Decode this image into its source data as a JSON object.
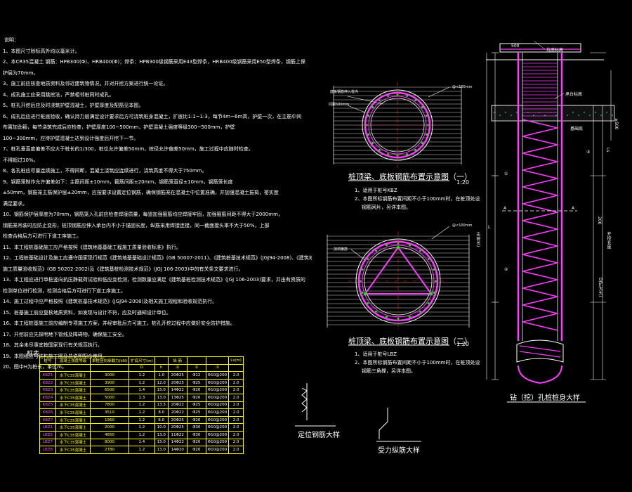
{
  "notes": {
    "heading": "说明：",
    "lines": [
      {
        "text": "1、本图尺寸除标高外均以毫米计。",
        "indent": false
      },
      {
        "text": "2、本CR35混凝土 钢筋：HPB300(Φ)、HRB400(Φ)；焊条：HPB300级钢筋采用E43型焊条，HRB400级钢筋采用E50型焊条，钢筋上保",
        "indent": false
      },
      {
        "text": "护层为70mm。",
        "indent": false
      },
      {
        "text": "3、施工前应核查地质资料及邻近建筑物情况，并对开挖方案进行统一论证。",
        "indent": false
      },
      {
        "text": "4、成孔施工应采用跳挖法，严禁相邻桩同时成孔。",
        "indent": false
      },
      {
        "text": "5、桩孔开挖后应及时浇筑护壁混凝土，护壁厚度及配筋见本图。",
        "indent": false
      },
      {
        "text": "6、成孔后应进行桩底验收，确认持力层满足设计要求后方可浇筑桩身混凝土，扩底比1:1~1:3，每节4m~6m高，护壁一次，在主筋中间",
        "indent": false
      },
      {
        "text": "布置加劲箍，每节浇筑完成后应检查，护壁厚度100~500mm，护壁混凝土强度等级300~500mm，护壁",
        "indent": false
      },
      {
        "text": "100~300mm，应待护壁混凝土达到设计强度后开挖下一节。",
        "indent": false
      },
      {
        "text": "7、桩孔垂直度偏差不应大于桩长的1/300，桩位允许偏差50mm，桩径允许偏差50mm，施工过程中应随时检查。",
        "indent": false
      },
      {
        "text": "不得超过10%。",
        "indent": false
      },
      {
        "text": "8、各孔桩应尽量连续施工，不得间断，混凝土浇筑应连续进行，浇筑高度不得大于750mm。",
        "indent": false
      },
      {
        "text": "9、钢筋笼制作允许偏差如下：主筋间距±10mm，箍筋间距±20mm，钢筋笼直径±10mm，钢筋笼长度",
        "indent": false
      },
      {
        "text": "±50mm，钢筋笼主筋保护层±20mm，应按要求设置定位钢筋，确保钢筋笼在混凝土中位置准确，并加强混凝土振捣，密实度",
        "indent": false
      },
      {
        "text": "满足要求。",
        "indent": false
      },
      {
        "text": "10、钢筋保护层厚度为70mm，钢筋笼入孔前应检查焊接质量，每道加强箍筋均应焊接牢固，加强箍筋间距不得大于2000mm，",
        "indent": false
      },
      {
        "text": "钢筋笼吊装时应防止变形，桩顶钢筋应伸入承台内不小于锚固长度，纵筋采用焊接连接，同一截面接头率不大于50%，上部",
        "indent": false
      },
      {
        "text": "检查合格后方可进行下道工序施工。",
        "indent": false
      },
      {
        "text": "11、本工程桩基础施工应严格按照《建筑地基基础工程施工质量验收标准》执行。",
        "indent": false
      },
      {
        "text": "12、工程桩基础设计及施工应遵守国家现行规范《建筑地基基础设计规范》(GB 50007-2011)、《建筑桩基技术规范》(JGJ94-2008)、《建筑地基基础工程",
        "indent": false
      },
      {
        "text": "施工质量验收规范》(GB 50202-2002)及《建筑基桩检测技术规范》(JGJ 106-2003)中的有关条文要求进行。",
        "indent": false
      },
      {
        "text": "13、本工程应进行单桩竖向抗压静载荷试验和低应变检测，检测数量应满足《建筑基桩检测技术规范》(JGJ 106-2003)要求，并由有资质的",
        "indent": false
      },
      {
        "text": "检测单位进行检测，检测合格后方可进行下道工序施工。",
        "indent": false
      },
      {
        "text": "14、施工过程中应严格按照《建筑桩基技术规范》(JGJ94-2008)及相关施工规程和验收规范执行。",
        "indent": false
      },
      {
        "text": "15、桩基施工前应复核地质资料，如发现与设计不符，应及时通知设计单位。",
        "indent": false
      },
      {
        "text": "16、本工程桩基施工前应编制专项施工方案，并经审批后方可施工，桩孔开挖过程中应做好安全防护措施。",
        "indent": false
      },
      {
        "text": "17、开挖前应先探明地下管线及障碍物，确保施工安全。",
        "indent": false
      },
      {
        "text": "18、其余未尽事宜按国家现行有关规范执行。",
        "indent": false
      },
      {
        "text": "19、本图纸应与结构施工图及总说明配合使用。",
        "indent": false
      },
      {
        "text": "20、图中H为桩长，单位m。",
        "indent": false
      }
    ]
  },
  "table": {
    "title": "桩表",
    "header1": [
      "桩号",
      "混凝土强度等级",
      "单桩竖向承载力(kN)",
      "扩底尺寸(m)",
      "",
      "纵 筋",
      "",
      "",
      "Ls(m)"
    ],
    "header2": [
      "",
      "",
      "",
      "D",
      "h",
      "①",
      "②",
      "③",
      ""
    ],
    "rows": [
      [
        "KBZ1",
        "水下C35混凝土",
        "3000",
        "1.2",
        "1.0",
        "20Φ25",
        "Φ12",
        "Φ10@200",
        "2.0"
      ],
      [
        "KBZ2",
        "水下C35混凝土",
        "3900",
        "1.2",
        "12.0",
        "20Φ25",
        "Φ25",
        "Φ10@200",
        "2.0"
      ],
      [
        "KBZ3",
        "水下C35混凝土",
        "6500",
        "1.4",
        "15.0",
        "14Φ22",
        "Φ20",
        "Φ10@200",
        "2.0"
      ],
      [
        "KBZ4",
        "水下C35混凝土",
        "5000",
        "1.3",
        "13.0",
        "13Φ25",
        "Φ20",
        "Φ10@200",
        "2.0"
      ],
      [
        "KBZ5",
        "水下C35混凝土",
        "7800",
        "1.2",
        "13.5",
        "20Φ22",
        "Φ25",
        "Φ10@200",
        "2.0"
      ],
      [
        "KBZ6",
        "水下C35混凝土",
        "3510",
        "1.2",
        "8.0",
        "20Φ22",
        "Φ25",
        "Φ10@200",
        "2.0"
      ],
      [
        "KBZ7",
        "水下C35混凝土",
        "1960",
        "1.2",
        "6.0",
        "20Φ25",
        "Φ20",
        "Φ10@200",
        "2.0"
      ],
      [
        "LBZ1",
        "水下C35混凝土",
        "2000",
        "1.2",
        "10.0",
        "20Φ25",
        "Φ30",
        "Φ10@200",
        "2.0"
      ],
      [
        "LBZ2",
        "水下C35混凝土",
        "4850",
        "1.2",
        "13.0",
        "11Φ22",
        "Φ30",
        "Φ10@200",
        "2.0"
      ],
      [
        "LBZ7",
        "水下C35混凝土",
        "8000",
        "1.4",
        "15.0",
        "14Φ22",
        "Φ20",
        "Φ10@200",
        "2.0"
      ],
      [
        "LBZ8",
        "水下C35混凝土",
        "2780",
        "1.2",
        "13.0",
        "14Φ20",
        "Φ20",
        "Φ10@200",
        "2.0"
      ]
    ]
  },
  "section1": {
    "title": "桩顶梁、底板钢筋布置示意图（一）",
    "scale": "1:20",
    "note1": "1、适用于桩号KBZ",
    "note2a": "2、本图所标钢筋布置间距不小于100mm时，在桩顶处设",
    "note2b": "钢筋网片，另详本图。",
    "label_top_left": "底板钢筋伸入桩内",
    "label_left": "间距500mm",
    "label_right": "@<100mm"
  },
  "section2": {
    "title": "桩顶梁、底板钢筋布置示意图（二）",
    "scale": "1:20",
    "note1": "1、适用于桩号LBZ",
    "note2a": "2、本图所标钢筋布置间距不小于100mm时，在桩顶处设",
    "note2b": "钢筋三角撑，另详本图。",
    "label_left": "加劲箍筋",
    "label_right": "@<100mm"
  },
  "details": {
    "positioning_title": "定位钢筋大样",
    "stirrup_title": "受力纵筋大样"
  },
  "elevation": {
    "title": "钻（挖）孔桩桩身大样",
    "top_dim": "500",
    "top_label": "坑底标高",
    "cap_label": "承台标高",
    "bottom_label": "基础底",
    "pile_length": "H(桩长)",
    "len_mark": "L",
    "mid_dim": "200",
    "dim_lower": "D(扩大头)",
    "section_mark": "A",
    "right_dim1": "Ls",
    "right_dim2": "≥500",
    "depth_label": "开挖长度",
    "rebar_labels": [
      "①",
      "②",
      "③"
    ]
  },
  "colors": {
    "magenta": "#ff3cff",
    "yellow": "#ffff00",
    "green": "#00ff00",
    "cyan": "#00ffff",
    "white": "#ffffff",
    "red": "#ff2020"
  }
}
